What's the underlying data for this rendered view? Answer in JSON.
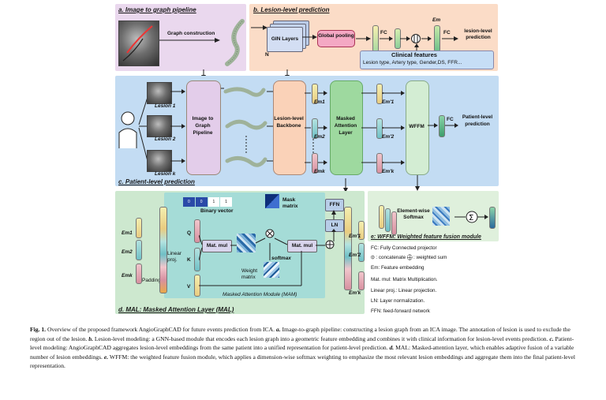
{
  "panels": {
    "a_title": "a. Image to graph pipeline",
    "b_title": "b. Lesion-level prediction",
    "c_title": "c. Patient-level prediction",
    "d_title": "d. MAL: Masked Attention Layer (MAL)",
    "e_title": "e: WFFM: Weighted feature fusion module"
  },
  "panel_a": {
    "graph_construction": "Graph construction"
  },
  "panel_b": {
    "gin_layers": "GIN Layers",
    "n_label": "N",
    "global_pooling": "Global pooling",
    "fc1": "FC",
    "fc2": "FC",
    "em": "Em",
    "output": "lesion-level prediction",
    "clinical_title": "Clinical features",
    "clinical_list": "Lesion type, Artery type, Gender,DS, FFR..."
  },
  "panel_c": {
    "lesion1": "Lesion 1",
    "lesion2": "Lesion 2",
    "lesionk": "Lesion k",
    "image_to_graph": "Image to Graph Pipeline",
    "backbone": "Lesion-level Backbone",
    "mal": "Masked Attention Layer",
    "wffm": "WFFM",
    "fc": "FC",
    "output": "Patient-level prediction",
    "em1": "Em1",
    "em2": "Em2",
    "emk": "Emk",
    "em1p": "Em'1",
    "em2p": "Em'2",
    "emkp": "Em'k"
  },
  "panel_d": {
    "em1": "Em1",
    "em2": "Em2",
    "emk": "Emk",
    "padding": "Padding",
    "linear_proj": "Linear proj.",
    "binary_vector": "Binary vector",
    "mask_matrix": "Mask matrix",
    "q": "Q",
    "k": "K",
    "v": "V",
    "matmul1": "Mat. mul",
    "matmul2": "Mat. mul",
    "softmax": "softmax",
    "weight_matrix": "Weight matrix",
    "mam": "Masked Attention Module (MAM)",
    "ffn": "FFN",
    "ln": "LN",
    "em1p": "Em'1",
    "em2p": "Em'2",
    "emkp": "Em'k",
    "bin_ones": [
      "1",
      "1"
    ],
    "bin_zeros": [
      "0",
      "0"
    ]
  },
  "panel_e": {
    "softmax": "Element-wise Softmax"
  },
  "legend": [
    "FC: Fully Connected projector",
    "⦶ : concatenate  ⨁ : weighted sum",
    "Em: Feature embedding",
    "Mat. mul: Matrix Multiplication.",
    "Linear proj.: Linear projection.",
    "LN: Layer normalization.",
    "FFN: feed-forward network"
  ],
  "caption": {
    "fig": "Fig. 1.",
    "text1": " Overview of the proposed framework AngioGraphCAD for future events prediction from ICA. ",
    "a": "a.",
    "text2": " Image-to-graph pipeline: constructing a lesion graph from an ICA image. The annotation of lesion is used to exclude the region out of the lesion. ",
    "b": "b.",
    "text3": " Lesion-level modeling: a GNN-based module that encodes each lesion graph into a geometric feature embedding and combines it with clinical information for lesion-level events prediction. ",
    "c": "c.",
    "text4": " Patient-level modeling: AngioGraphCAD aggregates lesion-level embeddings from the same patient into a unified representation for patient-level prediction. ",
    "d": "d.",
    "text5": " MAL: Masked-attention layer, which enables adaptive fusion of a variable number of lesion embeddings. ",
    "e": "e.",
    "text6": " WFFM: the weighted feature fusion module, which applies a dimension-wise softmax weighting to emphasize the most relevant lesion embeddings and aggregate them into the final patient-level representation."
  },
  "colors": {
    "panel_a": "#ead8ee",
    "panel_b": "#fbdcc7",
    "panel_c": "#c3dcf3",
    "panel_d": "#cde8cf",
    "panel_e": "#dff0dc",
    "mam": "#a5dcd7"
  }
}
